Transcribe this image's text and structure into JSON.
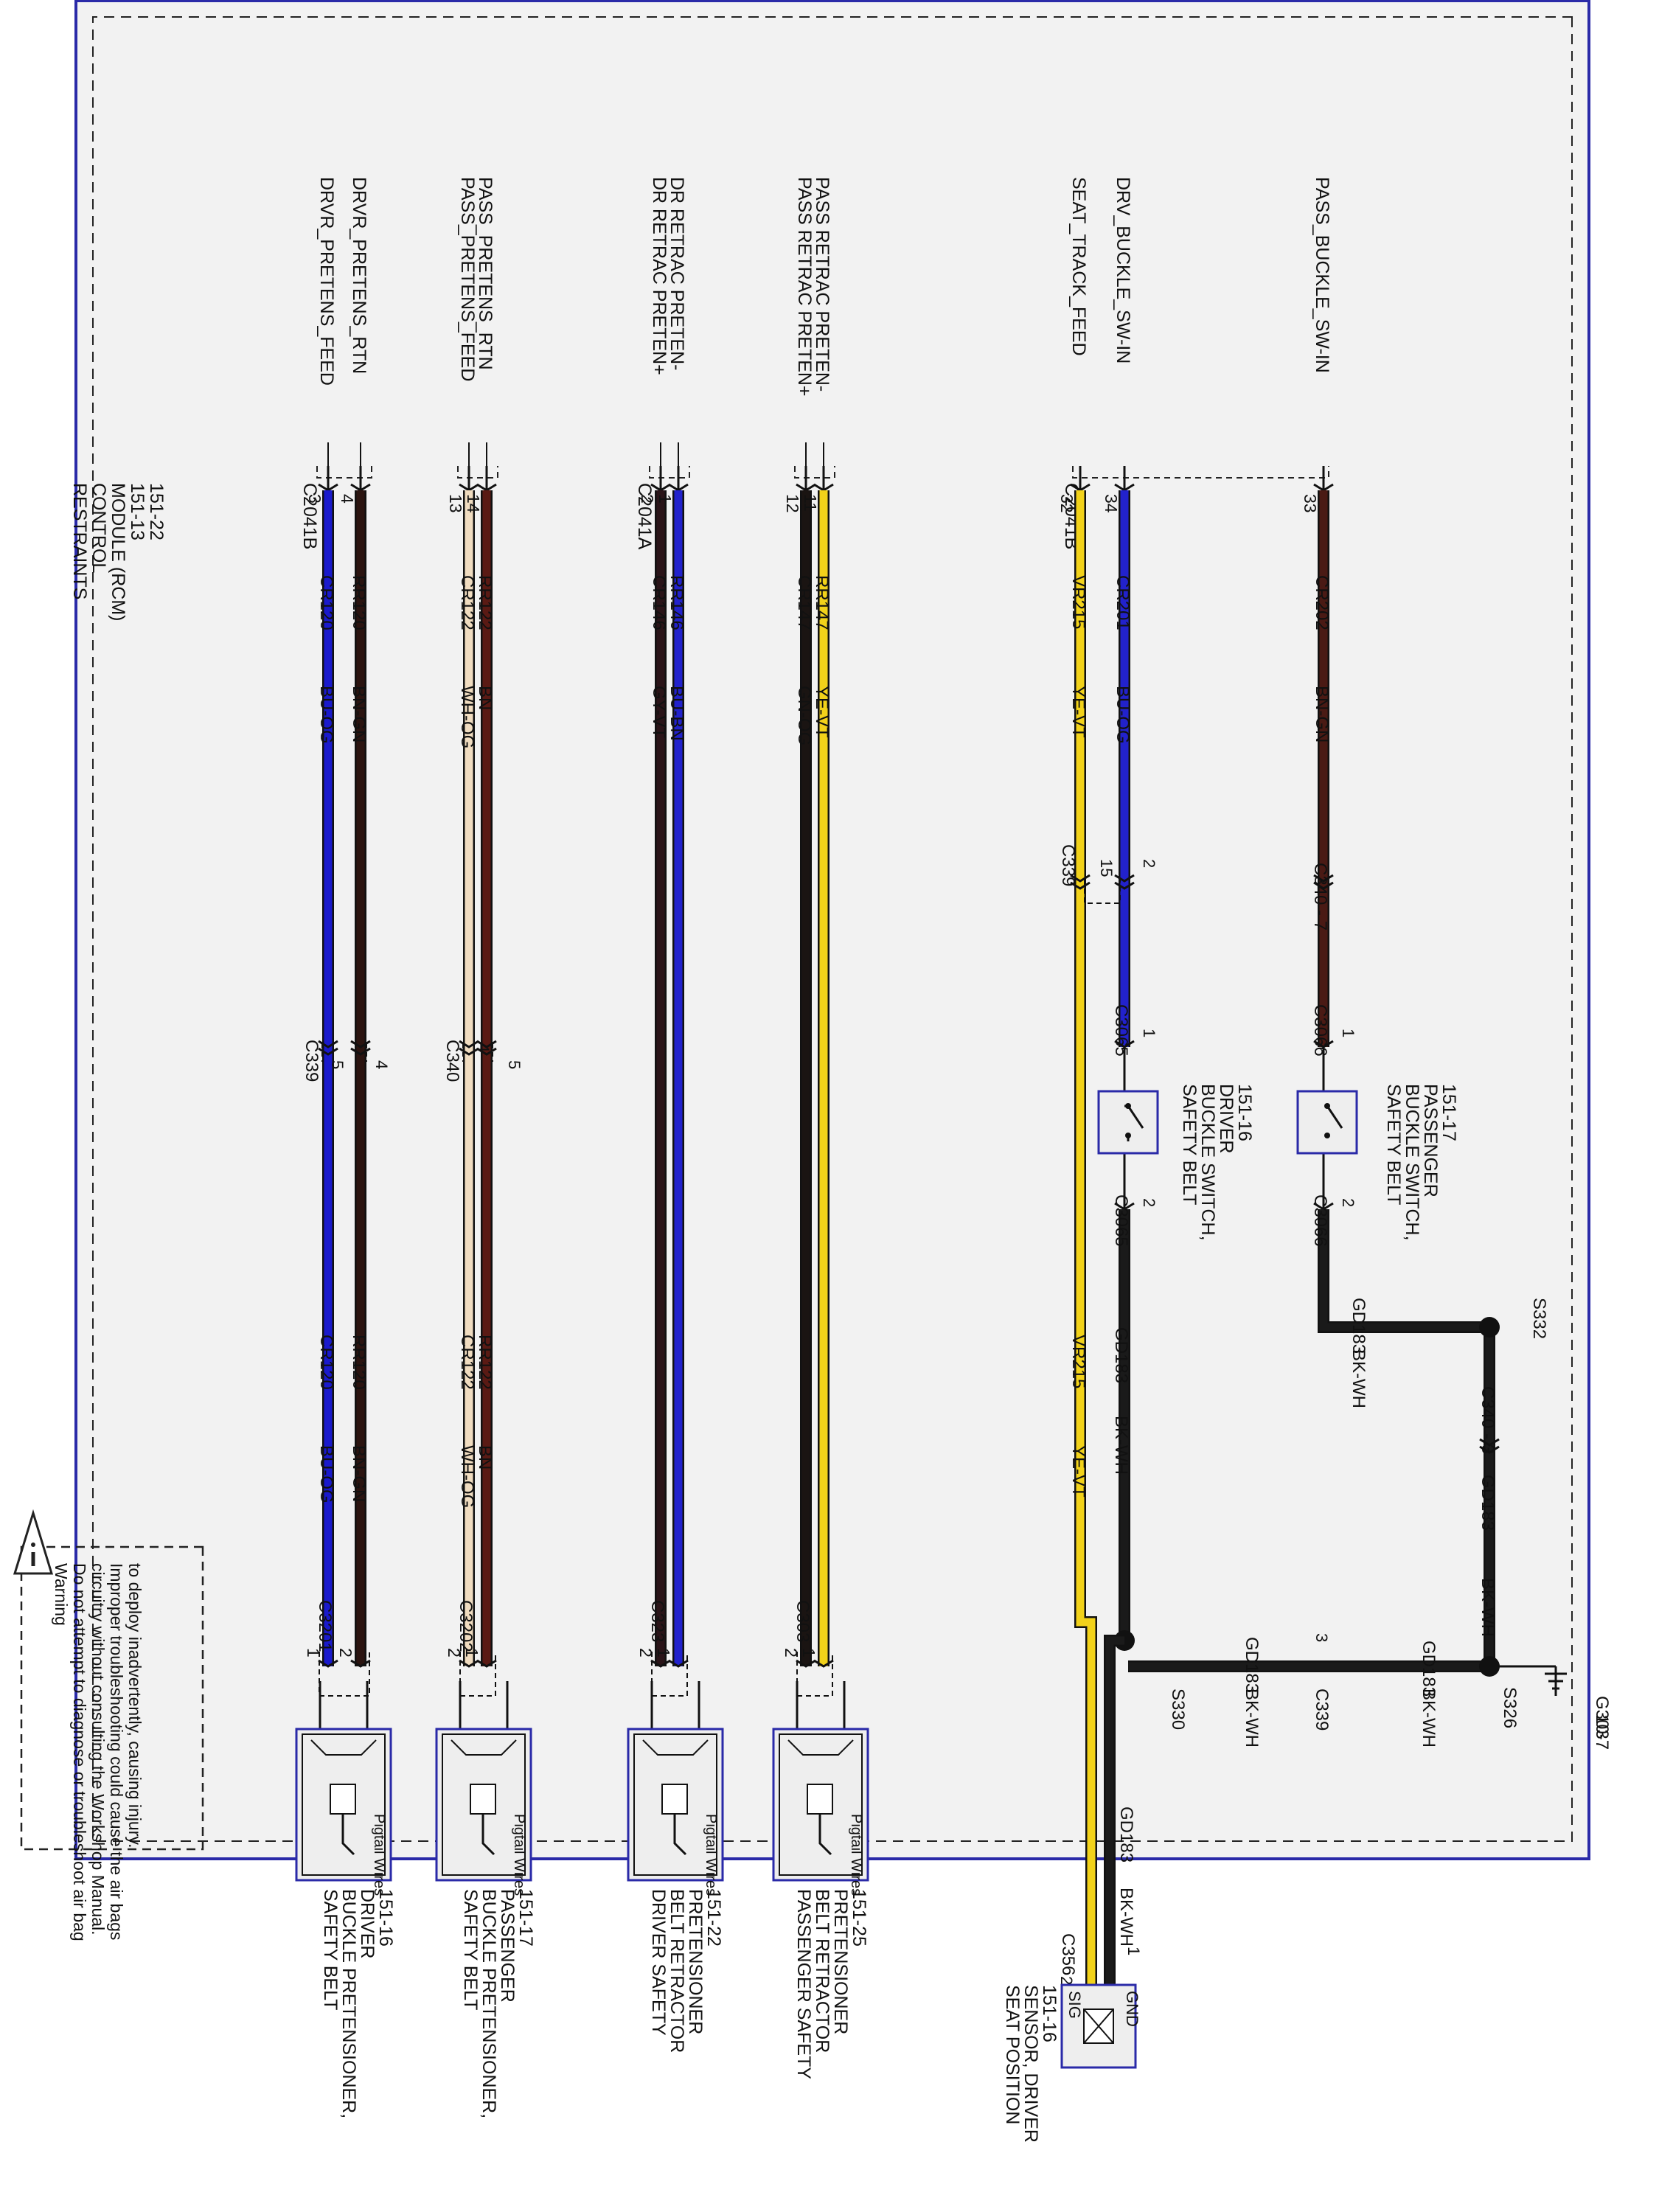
{
  "rcm": {
    "title_lines": [
      "RESTRAINTS",
      "CONTROL",
      "MODULE (RCM)",
      "151-13",
      "151-22"
    ],
    "connectors": {
      "c2041b_top": "C2041B",
      "c2041a": "C2041A",
      "c2041b_bottom": "C2041B"
    }
  },
  "warning": {
    "title": "Warning",
    "lines": [
      "Do not attempt to diagnose or troubleshoot air bag",
      "circuitry without consulting the Workshop Manual.",
      "Improper troubleshooting could cause the air bags",
      "to deploy inadvertently, causing injury."
    ]
  },
  "circuits": [
    {
      "id": "drvr_pretens_feed",
      "signal": "DRVR_PRETENS_FEED",
      "pin": "3",
      "rcm_circuit": "CR120",
      "rcm_color": "BU-OG",
      "inline_connector": "C339",
      "inline_pin_near": "5",
      "inline_pin_far": "",
      "far_circuit": "CR120",
      "far_color": "BU-OG",
      "end_connector": "C3201",
      "end_pin": "1",
      "wire_hex": "#1a1acc"
    },
    {
      "id": "drvr_pretens_rtn",
      "signal": "DRVR_PRETENS_RTN",
      "pin": "4",
      "rcm_circuit": "RR120",
      "rcm_color": "BN-GN",
      "inline_connector": "",
      "inline_pin_near": "4",
      "inline_pin_far": "",
      "far_circuit": "RR120",
      "far_color": "BN-GN",
      "end_connector": "",
      "end_pin": "2",
      "wire_hex": "#2b1410"
    },
    {
      "id": "pass_pretens_feed",
      "signal": "PASS_PRETENS_FEED",
      "pin": "13",
      "rcm_circuit": "CR122",
      "rcm_color": "WH-OG",
      "inline_connector": "C340",
      "inline_pin_near": "4",
      "inline_pin_far": "",
      "far_circuit": "CR122",
      "far_color": "WH-OG",
      "end_connector": "C3202",
      "end_pin": "2",
      "wire_hex": "#f0dcc0"
    },
    {
      "id": "pass_pretens_rtn",
      "signal": "PASS_PRETENS_RTN",
      "pin": "14",
      "rcm_circuit": "RR122",
      "rcm_color": "BN",
      "inline_connector": "",
      "inline_pin_near": "5",
      "inline_pin_far": "",
      "far_circuit": "RR122",
      "far_color": "BN",
      "end_connector": "",
      "end_pin": "1",
      "wire_hex": "#5a1a14"
    },
    {
      "id": "dr_retrac_pos",
      "signal": "DR RETRAC PRETEN+",
      "pin": "2",
      "rcm_circuit": "CR146",
      "rcm_color": "GY-VT",
      "inline_connector": "",
      "inline_pin_near": "",
      "inline_pin_far": "",
      "far_circuit": "",
      "far_color": "",
      "end_connector": "C323",
      "end_pin": "2",
      "wire_hex": "#2a1418"
    },
    {
      "id": "dr_retrac_neg",
      "signal": "DR RETRAC PRETEN-",
      "pin": "1",
      "rcm_circuit": "RR146",
      "rcm_color": "BU-BN",
      "inline_connector": "",
      "inline_pin_near": "",
      "inline_pin_far": "",
      "far_circuit": "",
      "far_color": "",
      "end_connector": "",
      "end_pin": "1",
      "wire_hex": "#2222cc"
    },
    {
      "id": "pass_retrac_pos",
      "signal": "PASS RETRAC PRETEN+",
      "pin": "12",
      "rcm_circuit": "CR147",
      "rcm_color": "GN-OG",
      "inline_connector": "",
      "inline_pin_near": "",
      "inline_pin_far": "",
      "far_circuit": "",
      "far_color": "",
      "end_connector": "C303",
      "end_pin": "2",
      "wire_hex": "#1a1412"
    },
    {
      "id": "pass_retrac_neg",
      "signal": "PASS RETRAC PRETEN-",
      "pin": "11",
      "rcm_circuit": "RR147",
      "rcm_color": "YE-VT",
      "inline_connector": "",
      "inline_pin_near": "",
      "inline_pin_far": "",
      "far_circuit": "",
      "far_color": "",
      "end_connector": "",
      "end_pin": "1",
      "wire_hex": "#f2d21a"
    }
  ],
  "seat_track": {
    "signal": "SEAT_TRACK_FEED",
    "pin": "32",
    "circuit": "VR215",
    "color": "YE-VT",
    "c339_pin": "15",
    "c339": "C339",
    "far_circuit": "VR215",
    "far_color": "YE-VT",
    "end_connector": "C356",
    "end_pin": "2",
    "gnd_pin": "1"
  },
  "drv_buckle": {
    "signal": "DRV_BUCKLE_SW-IN",
    "pin": "34",
    "circuit": "CR201",
    "color": "BU-OG",
    "c339_pin": "2",
    "c3065": "C3065",
    "pin1": "1",
    "pin2": "2",
    "ground_circuit": "GD183",
    "ground_color": "BK-WH"
  },
  "pass_buckle": {
    "signal": "PASS_BUCKLE_SW-IN",
    "pin": "33",
    "circuit": "CR202",
    "color": "BN-GN",
    "c340_label": "C340 - 7",
    "c3066": "C3066",
    "pin1": "1",
    "pin2": "2",
    "ground_circuit": "GD183",
    "ground_color": "BK-WH"
  },
  "ground": {
    "s332": "S332",
    "s330": "S330",
    "s326": "S326",
    "c340_3": "C340 - 3",
    "c339_3": "C339",
    "c339_pin": "3",
    "gd_circuit": "GD183",
    "gd_color": "BK-WH",
    "g303": "G303",
    "g303_ref": "10-7",
    "seat_gd_circuit": "GD183",
    "seat_gd_color": "BK-WH"
  },
  "components": {
    "drv_pretensioner": [
      "SAFETY BELT",
      "BUCKLE PRETENSIONER,",
      "DRIVER",
      "151-16"
    ],
    "pass_pretensioner": [
      "SAFETY BELT",
      "BUCKLE PRETENSIONER,",
      "PASSENGER",
      "151-17"
    ],
    "drv_retractor": [
      "DRIVER SAFETY",
      "BELT RETRACTOR",
      "PRETENSIONER",
      "151-22"
    ],
    "pass_retractor": [
      "PASSENGER SAFETY",
      "BELT RETRACTOR",
      "PRETENSIONER",
      "151-25"
    ],
    "drv_buckle_switch": [
      "SAFETY BELT",
      "BUCKLE SWITCH,",
      "DRIVER",
      "151-16"
    ],
    "pass_buckle_switch": [
      "SAFETY BELT",
      "BUCKLE SWITCH,",
      "PASSENGER",
      "151-17"
    ],
    "seat_sensor": [
      "SEAT POSITION",
      "SENSOR, DRIVER",
      "151-16"
    ],
    "pigtail": "Pigtail Wires",
    "sig": "SIG",
    "gnd": "GND"
  }
}
